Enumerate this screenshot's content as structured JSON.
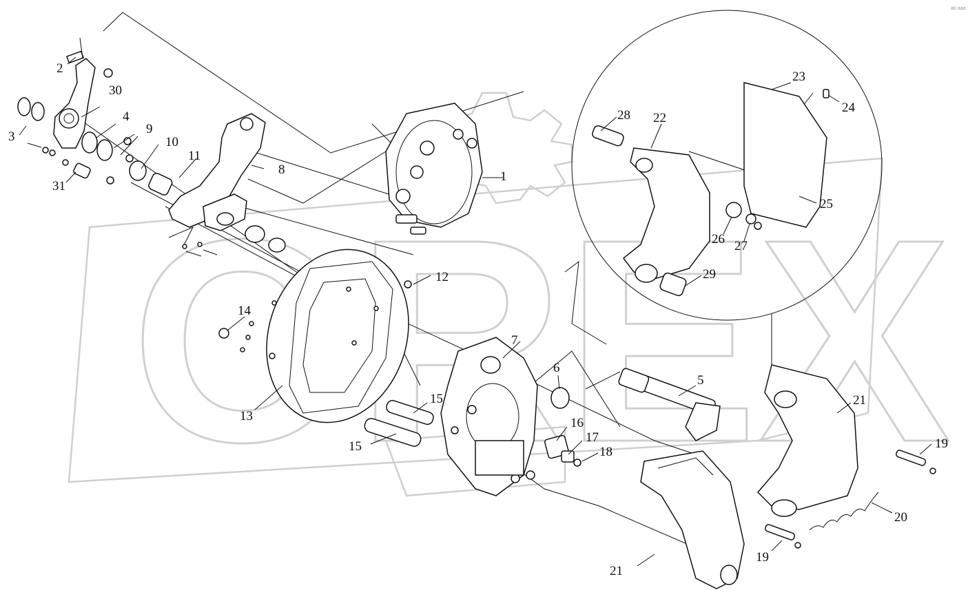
{
  "labels": [
    {
      "id": "1",
      "text": "1"
    },
    {
      "id": "2",
      "text": "2"
    },
    {
      "id": "3",
      "text": "3"
    },
    {
      "id": "4",
      "text": "4"
    },
    {
      "id": "5",
      "text": "5"
    },
    {
      "id": "6",
      "text": "6"
    },
    {
      "id": "7",
      "text": "7"
    },
    {
      "id": "8",
      "text": "8"
    },
    {
      "id": "9",
      "text": "9"
    },
    {
      "id": "10",
      "text": "10"
    },
    {
      "id": "11",
      "text": "11"
    },
    {
      "id": "12",
      "text": "12"
    },
    {
      "id": "13",
      "text": "13"
    },
    {
      "id": "14",
      "text": "14"
    },
    {
      "id": "15a",
      "text": "15"
    },
    {
      "id": "15b",
      "text": "15"
    },
    {
      "id": "16",
      "text": "16"
    },
    {
      "id": "17",
      "text": "17"
    },
    {
      "id": "18",
      "text": "18"
    },
    {
      "id": "19a",
      "text": "19"
    },
    {
      "id": "19b",
      "text": "19"
    },
    {
      "id": "20",
      "text": "20"
    },
    {
      "id": "21a",
      "text": "21"
    },
    {
      "id": "21b",
      "text": "21"
    },
    {
      "id": "22",
      "text": "22"
    },
    {
      "id": "23",
      "text": "23"
    },
    {
      "id": "24",
      "text": "24"
    },
    {
      "id": "25",
      "text": "25"
    },
    {
      "id": "26",
      "text": "26"
    },
    {
      "id": "27",
      "text": "27"
    },
    {
      "id": "28",
      "text": "28"
    },
    {
      "id": "29",
      "text": "29"
    },
    {
      "id": "30",
      "text": "30"
    },
    {
      "id": "31",
      "text": "31"
    }
  ],
  "watermark": {
    "text": "OREX"
  },
  "corner_mark": "ab aaa"
}
